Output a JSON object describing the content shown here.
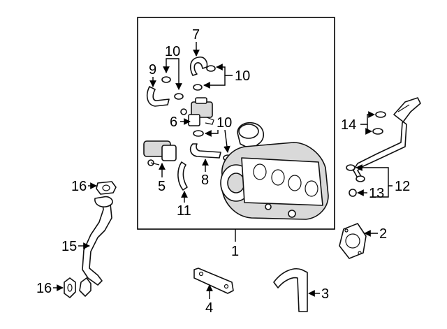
{
  "callouts": {
    "c1": "1",
    "c2": "2",
    "c3": "3",
    "c4": "4",
    "c5": "5",
    "c6": "6",
    "c7": "7",
    "c8": "8",
    "c9": "9",
    "c10a": "10",
    "c10b": "10",
    "c10c": "10",
    "c11": "11",
    "c12": "12",
    "c13": "13",
    "c14": "14",
    "c15": "15",
    "c16a": "16",
    "c16b": "16"
  }
}
